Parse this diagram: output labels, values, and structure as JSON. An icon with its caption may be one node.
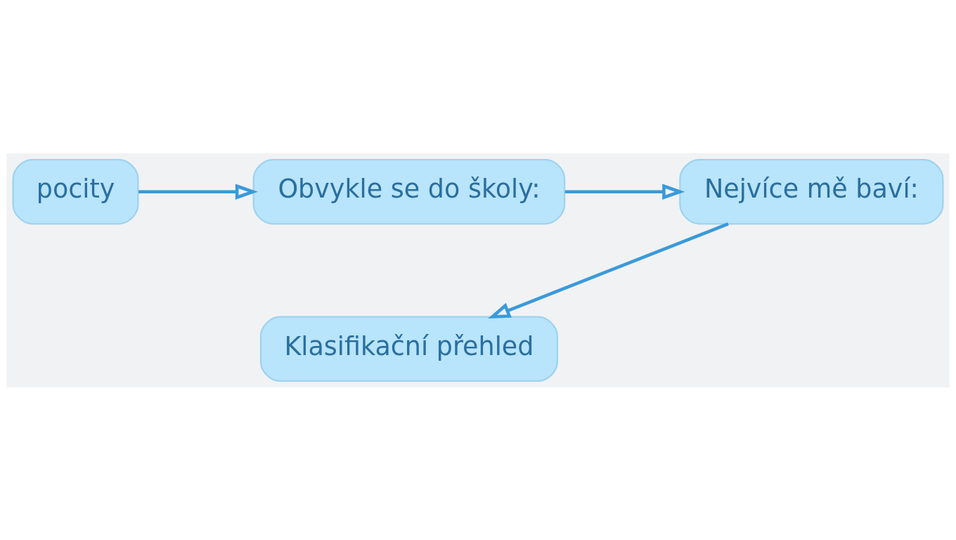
{
  "diagram": {
    "nodes": [
      {
        "text": [
          "pocity"
        ]
      },
      {
        "text": [
          "Obvykle se do školy:"
        ]
      },
      {
        "text": [
          "Nejvíce mě baví:"
        ]
      },
      {
        "text": [
          "Klasifikační přehled"
        ]
      }
    ],
    "edges": [
      {
        "from": 0,
        "to": 1,
        "arrow": "to"
      },
      {
        "from": 1,
        "to": 2,
        "arrow": "to"
      },
      {
        "from": 2,
        "to": 3,
        "arrow": "to"
      }
    ]
  }
}
